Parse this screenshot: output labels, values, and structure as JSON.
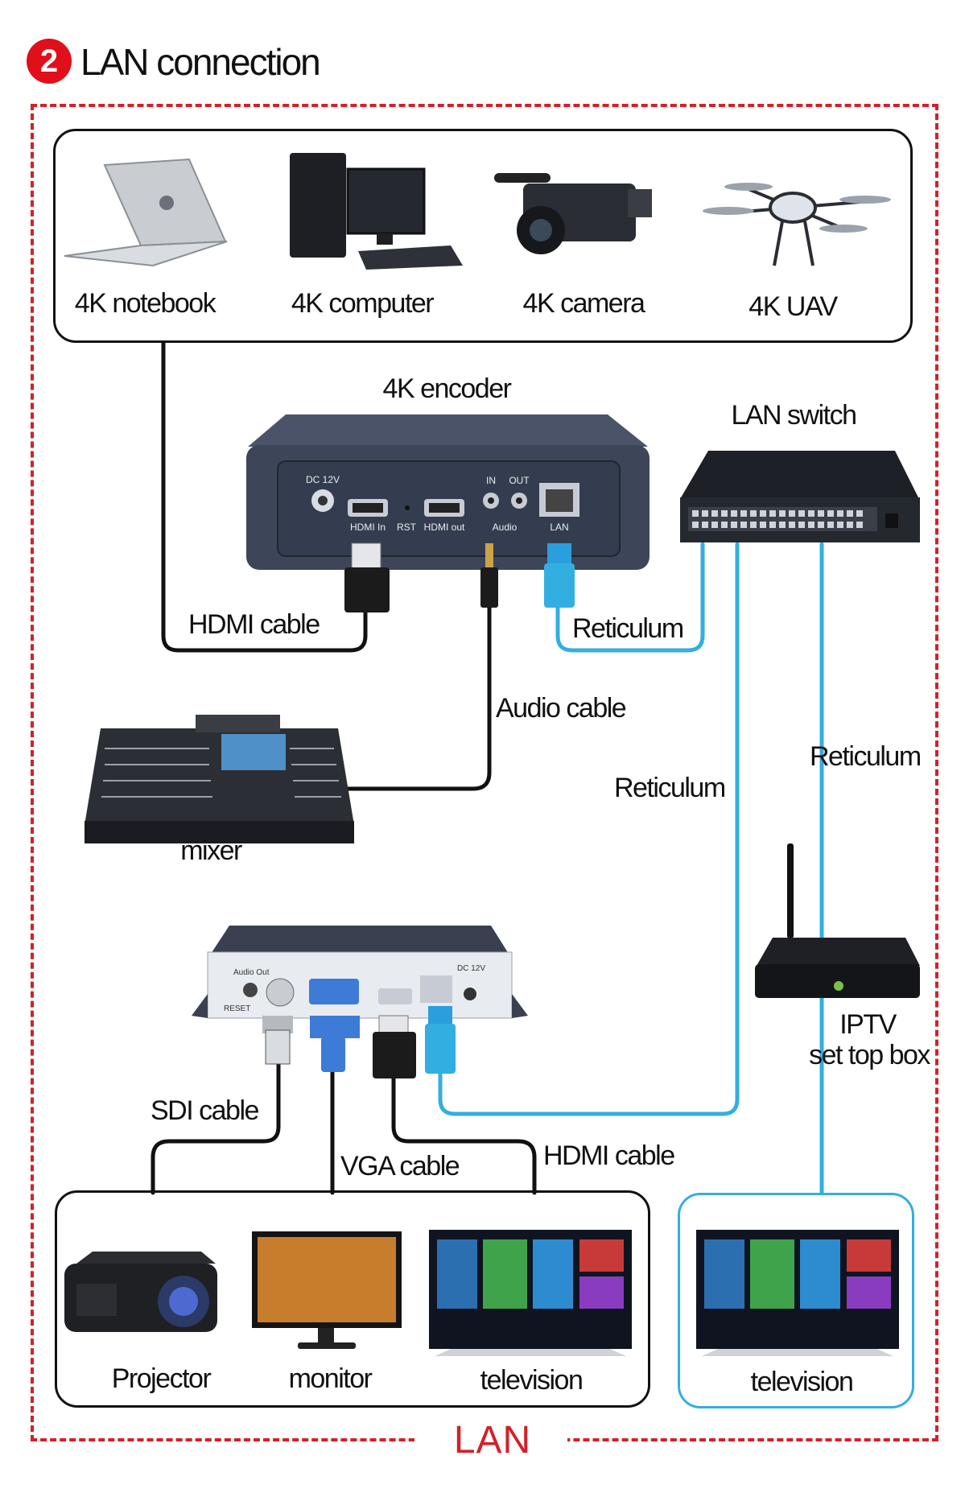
{
  "header": {
    "step_number": "2",
    "title": "LAN connection"
  },
  "frame": {
    "label": "LAN",
    "color": "#d42028"
  },
  "sources": {
    "notebook": "4K notebook",
    "computer": "4K computer",
    "camera": "4K camera",
    "uav": "4K UAV"
  },
  "encoder": {
    "title": "4K encoder",
    "ports": {
      "dc": "DC 12V",
      "hdmi_in": "HDMI In",
      "rst": "RST",
      "hdmi_out": "HDMI out",
      "audio_in": "IN",
      "audio_out": "OUT",
      "audio": "Audio",
      "lan": "LAN"
    }
  },
  "switch": {
    "title": "LAN switch"
  },
  "cables": {
    "hdmi_top": "HDMI cable",
    "reticulum_top": "Reticulum",
    "audio": "Audio cable",
    "reticulum_mid": "Reticulum",
    "reticulum_right": "Reticulum",
    "sdi": "SDI cable",
    "vga": "VGA cable",
    "hdmi_bottom": "HDMI cable"
  },
  "mixer": {
    "label": "mixer"
  },
  "decoder": {
    "ports": {
      "audio_out": "Audio Out",
      "reset": "RESET",
      "dc": "DC 12V"
    }
  },
  "iptv": {
    "line1": "IPTV",
    "line2": "set top box"
  },
  "outputs": {
    "projector": "Projector",
    "monitor": "monitor",
    "television": "television",
    "television_iptv": "television"
  },
  "colors": {
    "network": "#33aee0",
    "cable": "#111111",
    "device": "#3a4456",
    "accent_red": "#e10f1a"
  }
}
